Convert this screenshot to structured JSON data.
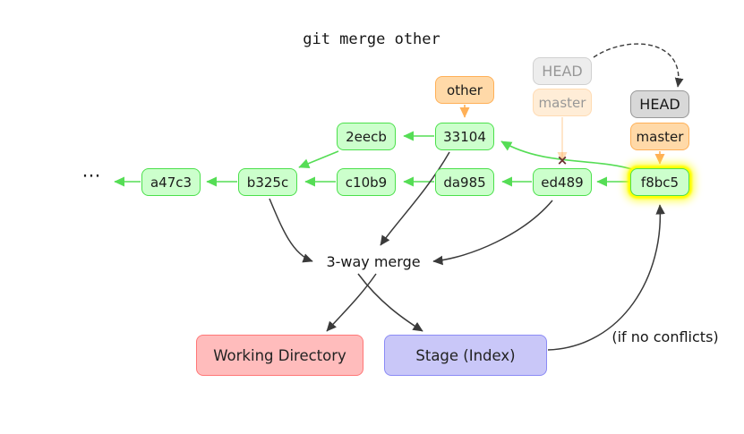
{
  "title": "git merge other",
  "ellipsis": "⋯",
  "commits": {
    "a47c3": "a47c3",
    "b325c": "b325c",
    "c10b9": "c10b9",
    "da985": "da985",
    "ed489": "ed489",
    "f8bc5": "f8bc5",
    "2eecb": "2eecb",
    "33104": "33104"
  },
  "refs": {
    "other": "other",
    "head_old": "HEAD",
    "master_old": "master",
    "head_new": "HEAD",
    "master_new": "master"
  },
  "merge_label": "3-way merge",
  "note": "(if no conflicts)",
  "areas": {
    "working_directory": "Working Directory",
    "stage": "Stage (Index)"
  },
  "cross": "×",
  "colors": {
    "commit_fill": "#ccffcc",
    "commit_border": "#4be04b",
    "arrow_green": "#55dd55",
    "ref_fill": "#ffd9a8",
    "ref_border": "#ffb057",
    "head_fill": "#d8d8d8",
    "head_border": "#989898",
    "highlight": "#ffff00",
    "working_dir_fill": "#ffbcbc",
    "working_dir_border": "#ff7777",
    "stage_fill": "#c9c7f8",
    "stage_border": "#8b8bf5",
    "arrow_dark": "#3a3a3a",
    "cross_color": "#6a3030"
  }
}
